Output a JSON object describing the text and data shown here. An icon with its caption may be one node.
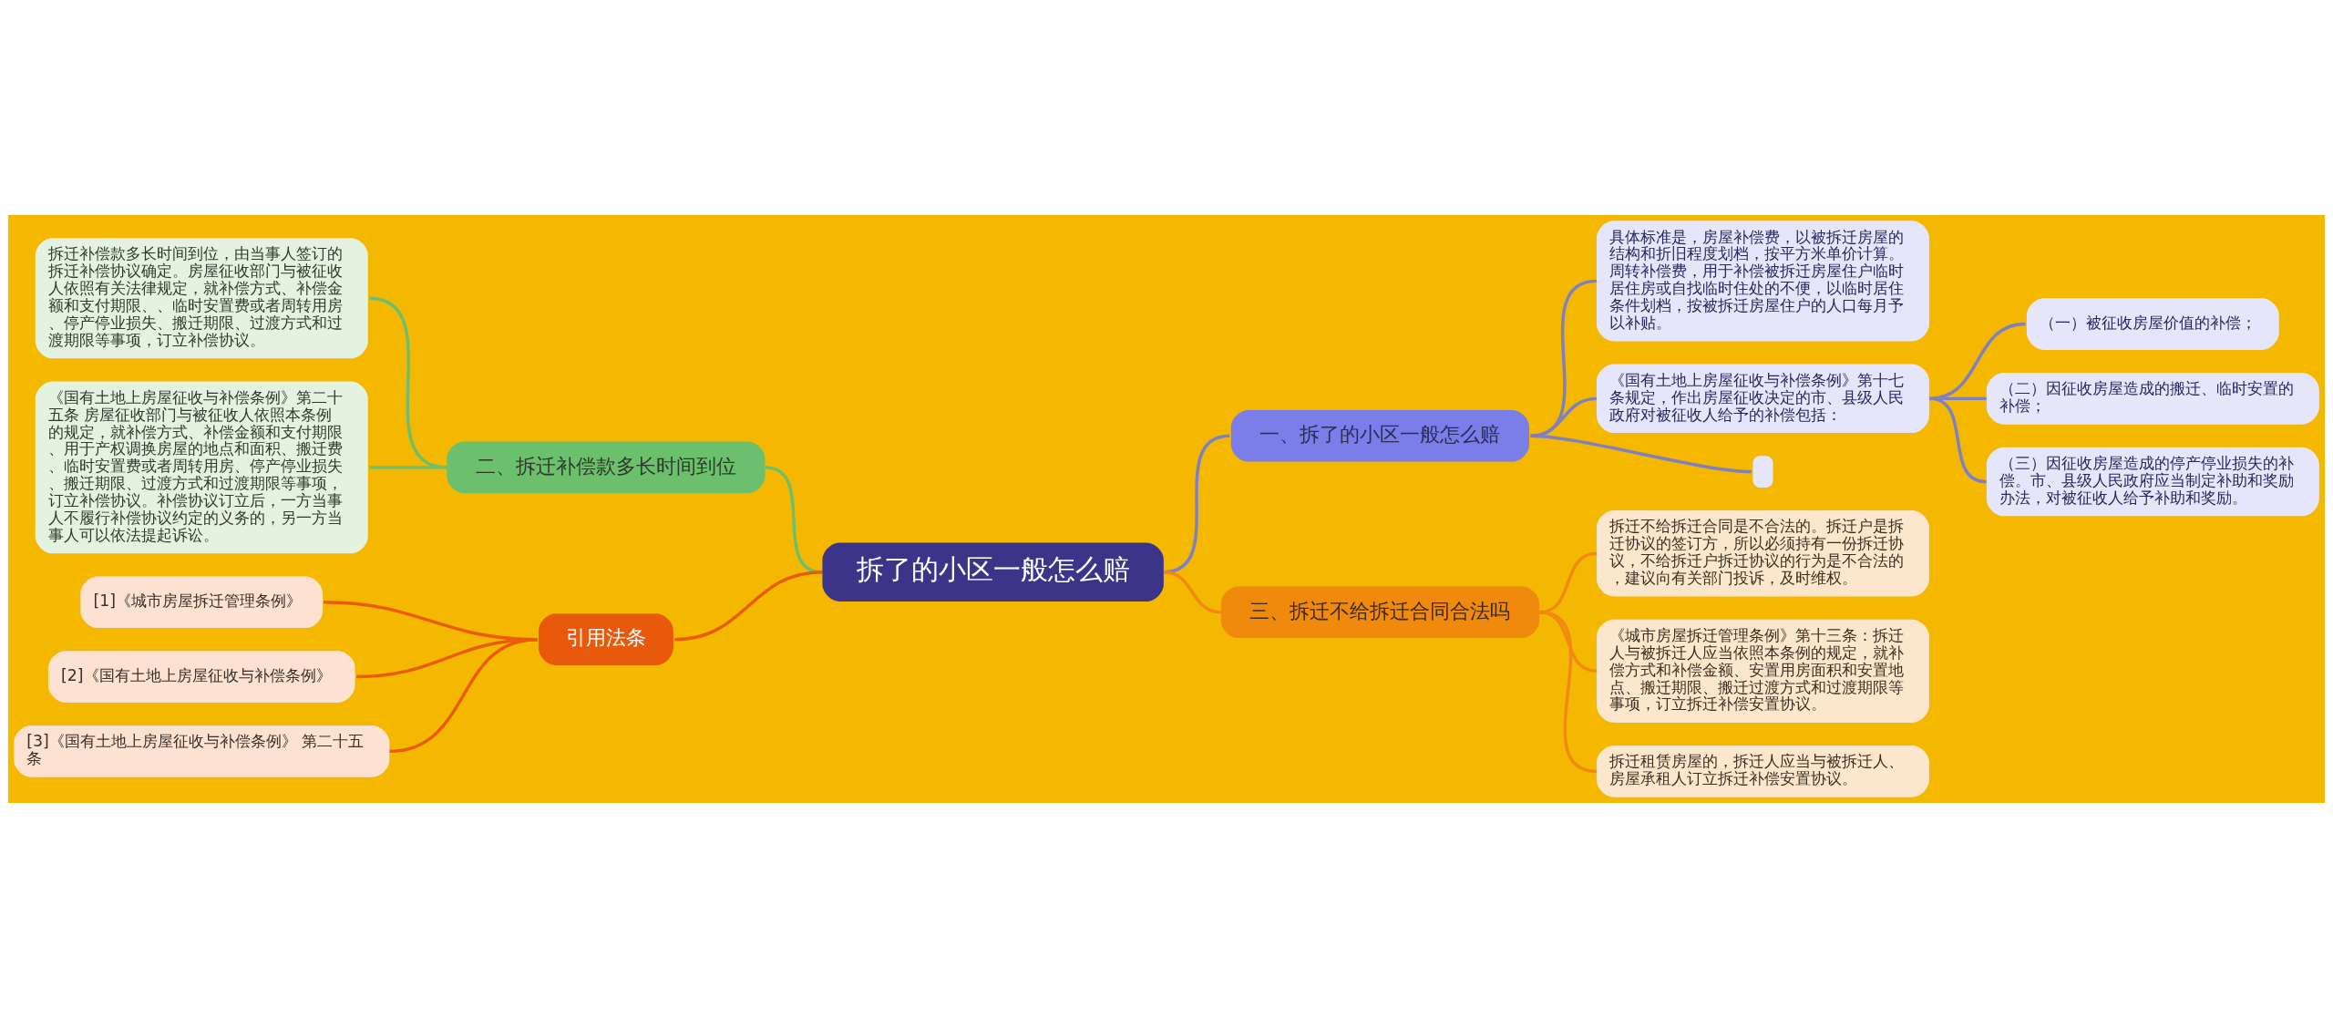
{
  "diagram": {
    "nodes": [
      {
        "text": [
          "拆了的小区一般怎么赔"
        ]
      },
      {
        "text": [
          "一、拆了的小区一般怎么赔"
        ]
      },
      {
        "text": [
          "具体标准是，房屋补偿费，以被拆迁房屋的结构和折旧程度划档，按平方米单价计算。周转补偿费，用于补偿被拆迁房屋住户临时居住房或自找临时住处的不便，以临时居住条件划档，按被拆迁房屋住户的人口每月予以补贴。"
        ]
      },
      {
        "text": [
          "《国有土地上房屋征收与补偿条例》第十七条规定，作出房屋征收决定的市、县级人民政府对被征收人给予的补偿包括："
        ]
      },
      {
        "text": [
          "（一）被征收房屋价值的补偿；"
        ]
      },
      {
        "text": [
          "（二）因征收房屋造成的搬迁、临时安置的补偿；"
        ]
      },
      {
        "text": [
          "（三）因征收房屋造成的停产停业损失的补偿。市、县级人民政府应当制定补助和奖励办法，对被征收人给予补助和奖励。"
        ]
      },
      {
        "text": [],
        "shape": "box"
      },
      {
        "text": [
          "二、拆迁补偿款多长时间到位"
        ]
      },
      {
        "text": [
          "拆迁补偿款多长时间到位，由当事人签订的拆迁补偿协议确定。房屋征收部门与被征收人依照有关法律规定，就补偿方式、补偿金额和支付期限、、临时安置费或者周转用房、停产停业损失、搬迁期限、过渡方式和过渡期限等事项，订立补偿协议。"
        ]
      },
      {
        "text": [
          "《国有土地上房屋征收与补偿条例》第二十五条 房屋征收部门与被征收人依照本条例的规定，就补偿方式、补偿金额和支付期限、用于产权调换房屋的地点和面积、搬迁费、临时安置费或者周转用房、停产停业损失、搬迁期限、过渡方式和过渡期限等事项，订立补偿协议。补偿协议订立后，一方当事人不履行补偿协议约定的义务的，另一方当事人可以依法提起诉讼。"
        ]
      },
      {
        "text": [
          "三、拆迁不给拆迁合同合法吗"
        ]
      },
      {
        "text": [
          "拆迁不给拆迁合同是不合法的。拆迁户是拆迁协议的签订方，所以必须持有一份拆迁协议，不给拆迁户拆迁协议的行为是不合法的，建议向有关部门投诉，及时维权。"
        ]
      },
      {
        "text": [
          "《城市房屋拆迁管理条例》第十三条：拆迁人与被拆迁人应当依照本条例的规定，就补偿方式和补偿金额、安置用房面积和安置地点、搬迁期限、搬迁过渡方式和过渡期限等事项，订立拆迁补偿安置协议。"
        ]
      },
      {
        "text": [
          "拆迁租赁房屋的，拆迁人应当与被拆迁人、房屋承租人订立拆迁补偿安置协议。"
        ]
      },
      {
        "text": [
          "引用法条"
        ]
      },
      {
        "text": [
          "[1]《城市房屋拆迁管理条例》"
        ]
      },
      {
        "text": [
          "[2]《国有土地上房屋征收与补偿条例》"
        ]
      },
      {
        "text": [
          "[3]《国有土地上房屋征收与补偿条例》 第二十五条"
        ]
      }
    ],
    "edges": [
      {
        "from": 0,
        "to": 1,
        "arrow": "none"
      },
      {
        "from": 1,
        "to": 2,
        "arrow": "none"
      },
      {
        "from": 1,
        "to": 3,
        "arrow": "none"
      },
      {
        "from": 3,
        "to": 4,
        "arrow": "none"
      },
      {
        "from": 3,
        "to": 5,
        "arrow": "none"
      },
      {
        "from": 3,
        "to": 6,
        "arrow": "none"
      },
      {
        "from": 1,
        "to": 7,
        "arrow": "none"
      },
      {
        "from": 0,
        "to": 8,
        "arrow": "none",
        "color": "#6cbf6c"
      },
      {
        "from": 8,
        "to": 9,
        "arrow": "none",
        "color": "#6cbf6c"
      },
      {
        "from": 8,
        "to": 10,
        "arrow": "none",
        "color": "#6cbf6c"
      },
      {
        "from": 0,
        "to": 11,
        "arrow": "none",
        "color": "#f08a14"
      },
      {
        "from": 11,
        "to": 12,
        "arrow": "none",
        "color": "#f08a14"
      },
      {
        "from": 11,
        "to": 13,
        "arrow": "none",
        "color": "#f08a14"
      },
      {
        "from": 11,
        "to": 14,
        "arrow": "none",
        "color": "#f08a14"
      },
      {
        "from": 0,
        "to": 15,
        "arrow": "none",
        "color": "#e85c0c"
      },
      {
        "from": 15,
        "to": 16,
        "arrow": "none",
        "color": "#e85c0c"
      },
      {
        "from": 15,
        "to": 17,
        "arrow": "none",
        "color": "#e85c0c"
      },
      {
        "from": 15,
        "to": 18,
        "arrow": "none",
        "color": "#e85c0c"
      }
    ]
  }
}
